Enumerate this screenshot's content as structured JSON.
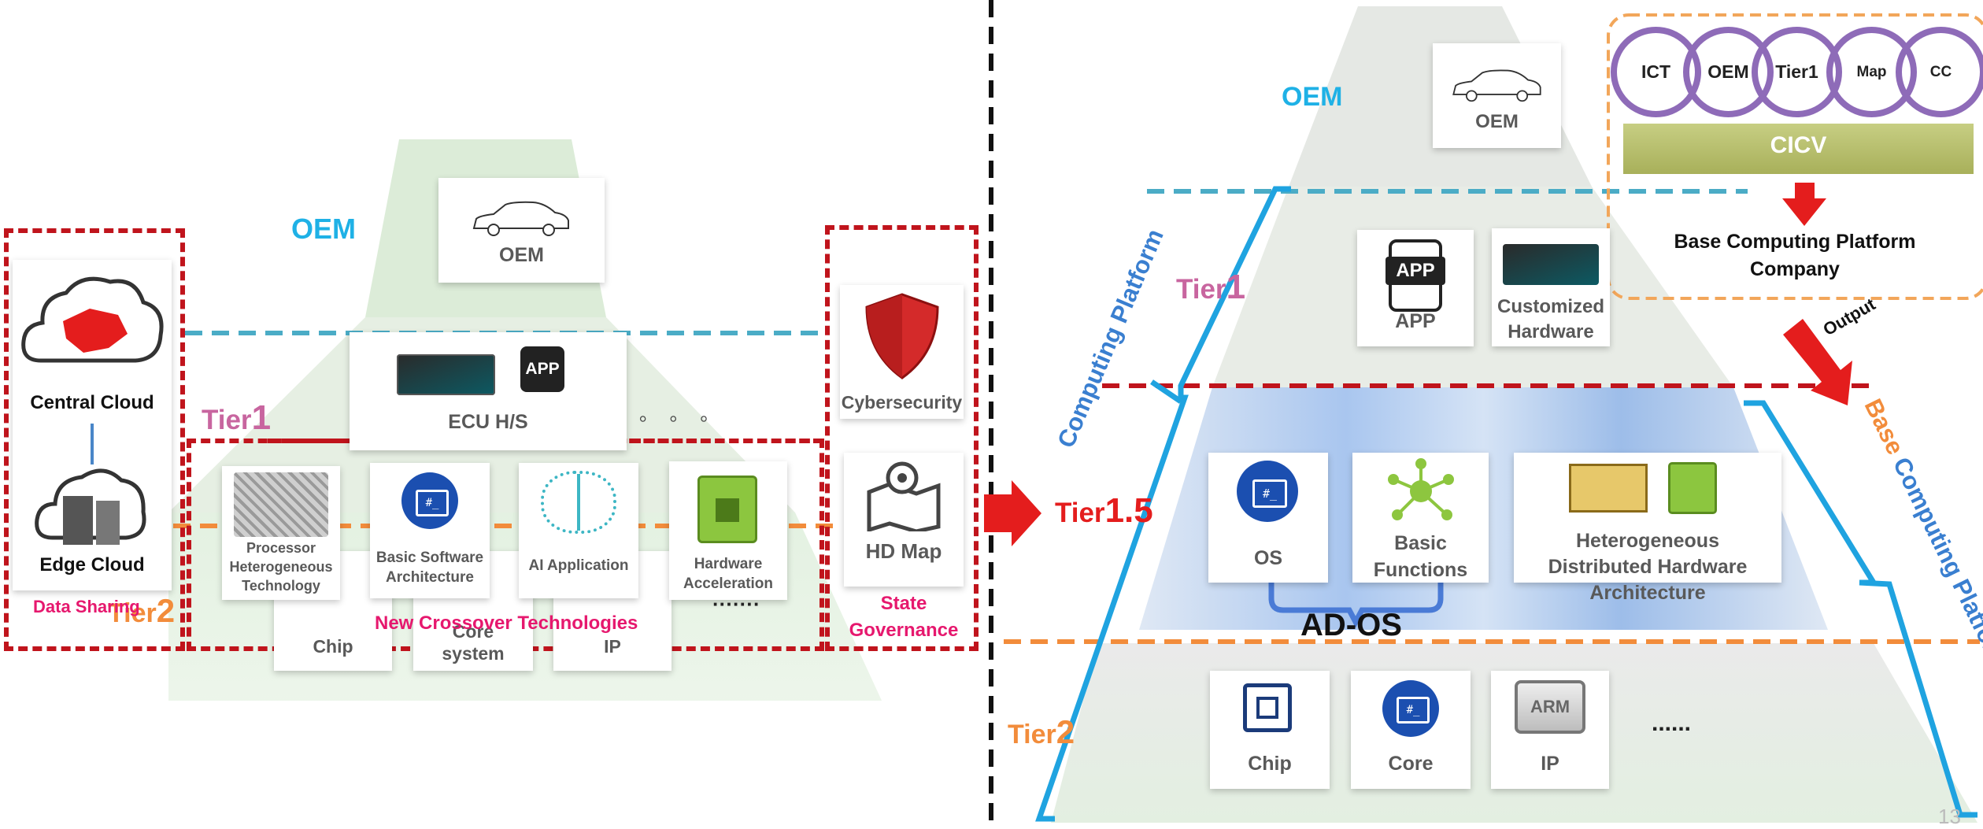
{
  "left": {
    "oem_label": "OEM",
    "tier1_prefix": "Tier",
    "tier1_num": "1",
    "tier2_prefix": "Tier",
    "tier2_num": "2",
    "oem_card": "OEM",
    "ecu_card": "ECU H/S",
    "ellipsis_dots": "。 。 。",
    "central_cloud": "Central Cloud",
    "edge_cloud": "Edge Cloud",
    "data_sharing": "Data Sharing",
    "cybersecurity": "Cybersecurity",
    "hd_map": "HD Map",
    "state_governance": "State Governance",
    "processor_tech": "Processor Heterogeneous Technology",
    "basic_software": "Basic Software Architecture",
    "ai_application": "AI Application",
    "hardware_acceleration": "Hardware Acceleration",
    "new_crossover": "New Crossover Technologies",
    "more": "·······",
    "chip": "Chip",
    "core_system": "Core system",
    "ip": "IP",
    "app_badge": "APP"
  },
  "right": {
    "oem_label": "OEM",
    "oem_card": "OEM",
    "tier1_prefix": "Tier",
    "tier1_num": "1",
    "tier15_prefix": "Tier",
    "tier15_num": "1.5",
    "tier2_prefix": "Tier",
    "tier2_num": "2",
    "app": "APP",
    "app_badge": "APP",
    "customized_hardware": "Customized Hardware",
    "os": "OS",
    "basic_functions": "Basic Functions",
    "heterogeneous": "Heterogeneous Distributed Hardware Architecture",
    "ad_os": "AD-OS",
    "chip": "Chip",
    "core": "Core",
    "ip": "IP",
    "arm": "ARM",
    "more": "......",
    "computing_platform": "Computing Platform",
    "base_word": "Base",
    "computing_platform_2": "Computing Platform",
    "output": "Output",
    "base_company": "Base Computing Platform Company",
    "cicv": "CICV",
    "circles": [
      "ICT",
      "OEM",
      "Tier1",
      "Map",
      "CC"
    ],
    "page_number": "13"
  },
  "colors": {
    "oem_blue": "#1fb1e6",
    "tier1_pink": "#c8659f",
    "tier2_orange": "#f28c3b",
    "red": "#e41d1d",
    "magenta": "#e6186e",
    "circle_purple": "#8e6bb8",
    "cicv_green": "#b5bd6a",
    "bracket_blue": "#1fa3e0"
  }
}
